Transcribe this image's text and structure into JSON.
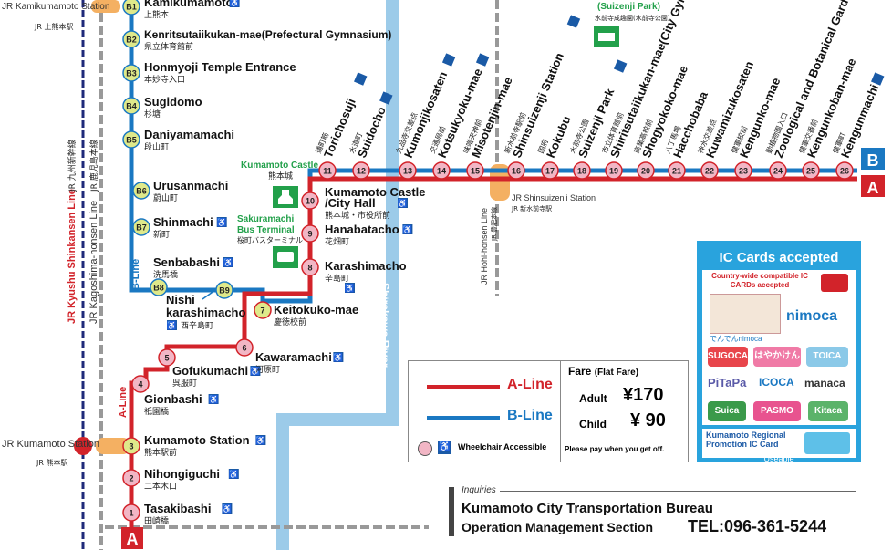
{
  "a_line": {
    "label": "A-Line",
    "color": "#d2232a",
    "stations": [
      {
        "num": "1",
        "en": "Tasakibashi",
        "jp": "田崎橋",
        "wheelchair": true
      },
      {
        "num": "2",
        "en": "Nihongiguchi",
        "jp": "二本木口",
        "wheelchair": true
      },
      {
        "num": "3",
        "en": "Kumamoto Station",
        "jp": "熊本駅前",
        "wheelchair": true
      },
      {
        "num": "4",
        "en": "Gionbashi",
        "jp": "祇園橋",
        "wheelchair": true
      },
      {
        "num": "5",
        "en": "Gofukumachi",
        "jp": "呉服町",
        "wheelchair": true
      },
      {
        "num": "6",
        "en": "Kawaramachi",
        "jp": "河原町",
        "wheelchair": true
      },
      {
        "num": "7",
        "en": "Keitokuko-mae",
        "jp": "慶徳校前",
        "wheelchair": false
      },
      {
        "num": "8",
        "en": "Karashimacho",
        "jp": "辛島町",
        "wheelchair": true
      },
      {
        "num": "9",
        "en": "Hanabatacho",
        "jp": "花畑町",
        "wheelchair": true
      },
      {
        "num": "10",
        "en": "Kumamoto Castle /City Hall",
        "jp": "熊本城・市役所前",
        "wheelchair": true
      },
      {
        "num": "11",
        "en": "Torichosuji",
        "jp": "通町筋",
        "wheelchair": true
      },
      {
        "num": "12",
        "en": "Suidocho",
        "jp": "水道町",
        "wheelchair": true
      },
      {
        "num": "13",
        "en": "Kumonjikosaten",
        "jp": "九品寺交差点",
        "wheelchair": true
      },
      {
        "num": "14",
        "en": "Kotsukyoku-mae",
        "jp": "交通局前",
        "wheelchair": true
      },
      {
        "num": "15",
        "en": "Misotenjin-mae",
        "jp": "味噌天神前",
        "wheelchair": false
      },
      {
        "num": "16",
        "en": "Shinsuizenji Station",
        "jp": "新水前寺駅前",
        "wheelchair": true
      },
      {
        "num": "17",
        "en": "Kokubu",
        "jp": "国府",
        "wheelchair": false
      },
      {
        "num": "18",
        "en": "Suizenji Park",
        "jp": "水前寺公園",
        "wheelchair": true
      },
      {
        "num": "19",
        "en": "Shiritsutaiikukan-mae(City Gymnasium)",
        "jp": "市立体育館前",
        "wheelchair": false
      },
      {
        "num": "20",
        "en": "Shogyokoko-mae",
        "jp": "商業高校前",
        "wheelchair": false
      },
      {
        "num": "21",
        "en": "Hacchobaba",
        "jp": "八丁馬場",
        "wheelchair": false
      },
      {
        "num": "22",
        "en": "Kuwamizukosaten",
        "jp": "神水交差点",
        "wheelchair": false
      },
      {
        "num": "23",
        "en": "Kengunko-mae",
        "jp": "健軍校前",
        "wheelchair": false
      },
      {
        "num": "24",
        "en": "Zoological and Botanical Gardens Entrance",
        "jp": "動植物園入口",
        "wheelchair": false
      },
      {
        "num": "25",
        "en": "Kengunkoban-mae",
        "jp": "健軍交番前",
        "wheelchair": false
      },
      {
        "num": "26",
        "en": "Kengunmachi",
        "jp": "健軍町",
        "wheelchair": true
      }
    ]
  },
  "b_line": {
    "label": "B-Line",
    "color": "#1a78c2",
    "stations": [
      {
        "num": "B1",
        "en": "Kamikumamoto",
        "jp": "上熊本",
        "wheelchair": true
      },
      {
        "num": "B2",
        "en": "Kenritsutaiikukan-mae(Prefectural Gymnasium)",
        "jp": "県立体育館前",
        "wheelchair": false
      },
      {
        "num": "B3",
        "en": "Honmyoji Temple Entrance",
        "jp": "本妙寺入口",
        "wheelchair": false
      },
      {
        "num": "B4",
        "en": "Sugidomo",
        "jp": "杉塘",
        "wheelchair": false
      },
      {
        "num": "B5",
        "en": "Daniyamamachi",
        "jp": "段山町",
        "wheelchair": false
      },
      {
        "num": "B6",
        "en": "Urusanmachi",
        "jp": "蔚山町",
        "wheelchair": false
      },
      {
        "num": "B7",
        "en": "Shinmachi",
        "jp": "新町",
        "wheelchair": true
      },
      {
        "num": "B8",
        "en": "Senbabashi",
        "jp": "洗馬橋",
        "wheelchair": true
      },
      {
        "num": "B9",
        "en": "Nishi karashimacho",
        "jp": "西辛島町",
        "wheelchair": true
      }
    ]
  },
  "end_markers": {
    "a": "A",
    "b": "B"
  },
  "rail": {
    "jr_kamikumamoto": {
      "en": "JR Kamikumamoto Station",
      "jp": "JR 上熊本駅"
    },
    "jr_kumamoto": {
      "en": "JR Kumamoto Station",
      "jp": "JR 熊本駅"
    },
    "jr_shinsuizenji": {
      "en": "JR Shinsuizenji Station",
      "jp": "JR 新水前寺駅"
    },
    "shinkansen_line": {
      "en": "JR Kyushu Shinkansen Line",
      "jp": "JR 九州新幹線"
    },
    "kagoshima_line": {
      "en": "JR Kagoshima-honsen Line",
      "jp": "JR 鹿児島本線"
    },
    "hohi_line": {
      "en": "JR Hohi-honsen Line",
      "jp": "JR 豊肥本線"
    }
  },
  "landmarks": {
    "castle": {
      "en": "Kumamoto Castle",
      "jp": "熊本城"
    },
    "bus_terminal": {
      "en1": "Sakuramachi",
      "en2": "Bus Terminal",
      "jp": "桜町バスターミナル"
    },
    "suizenji_park": {
      "en": "(Suizenji Park)",
      "jp": "水前寺成趣園(水前寺公園)"
    },
    "river": "Shirakawa River"
  },
  "legend": {
    "a_line": "A-Line",
    "b_line": "B-Line",
    "wheelchair": "Wheelchair Accessible"
  },
  "fare": {
    "title": "Fare",
    "subtitle": "(Flat Fare)",
    "adult_label": "Adult",
    "adult_value": "¥170",
    "child_label": "Child",
    "child_value": "¥ 90",
    "note": "Please pay when you get off."
  },
  "ic_cards": {
    "title": "IC Cards accepted",
    "country_wide": "Country-wide compatible IC CARDs accepted",
    "densha_nimoca": "でんでんnimoca",
    "cards": [
      "nimoca",
      "SUGOCA",
      "はやかけん",
      "TOICA",
      "PiTaPa",
      "ICOCA",
      "manaca",
      "Suica",
      "PASMO",
      "Kitaca"
    ],
    "regional": "Kumamoto Regional Promotion IC Card",
    "useable": "Useable"
  },
  "inquiries": {
    "label": "Inquiries",
    "org": "Kumamoto City Transportation Bureau",
    "section": "Operation Management Section",
    "tel": "TEL:096-361-5244"
  },
  "colors": {
    "a_line": "#d2232a",
    "b_line": "#1a78c2",
    "station_fill": "#f2b6c5",
    "b_station_fill": "#dfe98a",
    "river": "#9ccbe9",
    "ic_panel": "#29a3dd",
    "landmark_green": "#22a04a"
  }
}
